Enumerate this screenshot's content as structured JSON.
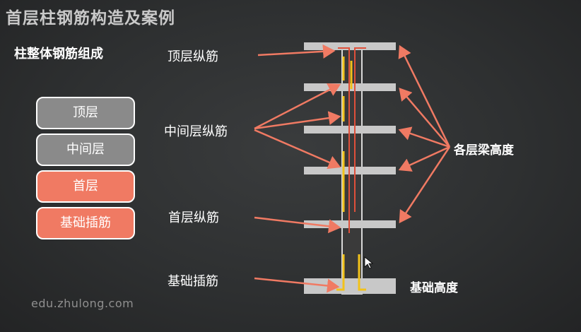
{
  "title": "首层柱钢筋构造及案例",
  "subtitle": "柱整体钢筋组成",
  "layers": [
    "顶层",
    "中间层",
    "首层",
    "基础插筋"
  ],
  "diagram_labels": {
    "top_rebar": "顶层纵筋",
    "middle_rebar": "中间层纵筋",
    "first_rebar": "首层纵筋",
    "foundation_rebar": "基础插筋",
    "beam_height": "各层梁高度",
    "foundation_height": "基础高度"
  },
  "watermark": "edu.zhulong.com",
  "colors": {
    "arrow": "#f07a63",
    "rebar_yellow": "#f2c21a",
    "rebar_red": "#e0503a",
    "beam": "#c8c8c8",
    "column": "#3c3c3c"
  }
}
